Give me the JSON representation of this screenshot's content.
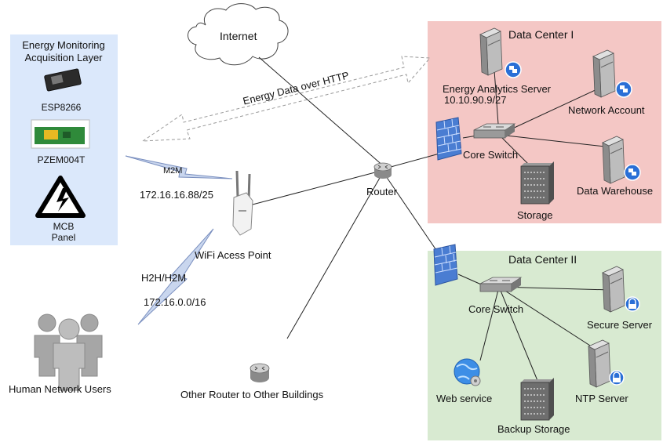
{
  "acquisition": {
    "title_line1": "Energy Monitoring",
    "title_line2": "Acquisition Layer",
    "esp": "ESP8266",
    "pzem": "PZEM004T",
    "mcb_line1": "MCB",
    "mcb_line2": "Panel"
  },
  "cloud": {
    "label": "Internet"
  },
  "http_arrow": {
    "label": "Energy Data over HTTP"
  },
  "dc1": {
    "title": "Data Center I",
    "analytics_name": "Energy Analytics Server",
    "analytics_ip": "10.10.90.9/27",
    "network_account": "Network Account",
    "core_switch": "Core Switch",
    "storage": "Storage",
    "data_warehouse": "Data Warehouse"
  },
  "dc2": {
    "title": "Data Center II",
    "core_switch": "Core Switch",
    "secure_server": "Secure Server",
    "web_service": "Web service",
    "ntp_server": "NTP Server",
    "backup_storage": "Backup Storage"
  },
  "router": {
    "label": "Router"
  },
  "other_router": {
    "label": "Other  Router to Other Buildings"
  },
  "wifi": {
    "label": "WiFi Acess Point"
  },
  "m2m": {
    "label": "M2M",
    "ip": "172.16.16.88/25"
  },
  "h2h": {
    "label": "H2H/H2M",
    "ip": "172.16.0.0/16"
  },
  "users": {
    "label": "Human Network Users"
  },
  "colors": {
    "dc1_bg": "#f4c7c5",
    "dc2_bg": "#d8ead1",
    "acq_bg": "#dbe8fb",
    "firewall": "#3f6fc4",
    "badge": "#2a6fd6"
  }
}
